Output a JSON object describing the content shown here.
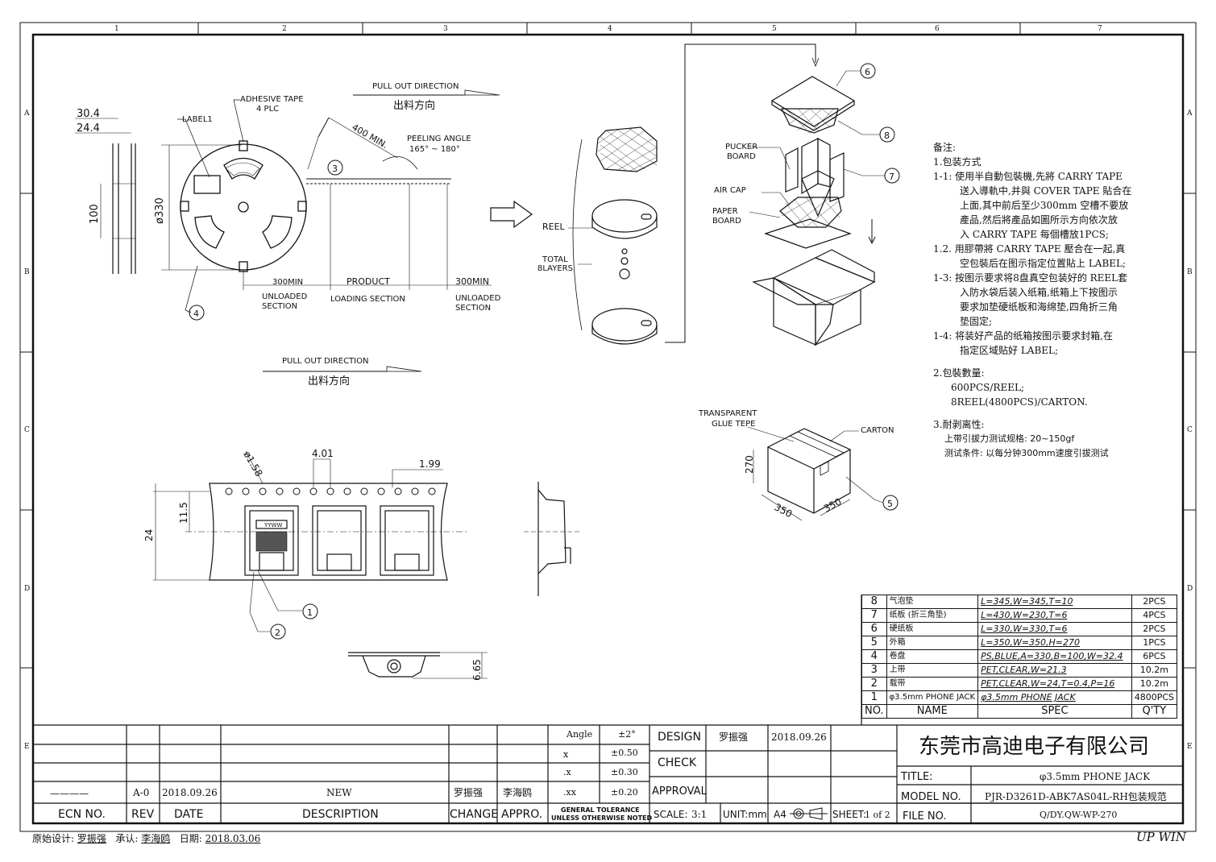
{
  "grid": {
    "cols": [
      "1",
      "2",
      "3",
      "4",
      "5",
      "6",
      "7"
    ],
    "rows": [
      "A",
      "B",
      "C",
      "D",
      "E"
    ]
  },
  "reel": {
    "adhesive_tape": "ADHESIVE TAPE",
    "adhesive_qty": "4 PLC",
    "label1": "LABEL1",
    "dim_30": "30.4",
    "dim_24": "24.4",
    "dim_100": "100",
    "dim_330": "ø330",
    "callout_3": "3",
    "callout_4": "4",
    "len_400": "400 MIN.",
    "peeling": "PEELING ANGLE",
    "peeling_range": "165° ~ 180°",
    "pull_out_en": "PULL OUT DIRECTION",
    "pull_out_cn": "出料方向",
    "left_300": "300MIN",
    "product": "PRODUCT",
    "right_300": "300MIN",
    "unloaded_l1": "UNLOADED",
    "unloaded_l2": "SECTION",
    "loading": "LOADING SECTION",
    "unloaded_r1": "UNLOADED",
    "unloaded_r2": "SECTION"
  },
  "pull_out_2": {
    "en": "PULL OUT DIRECTION",
    "cn": "出料方向"
  },
  "stack": {
    "reel": "REEL",
    "total": "TOTAL",
    "layers": "8LAYERS"
  },
  "box": {
    "pucker": "PUCKER",
    "board": "BOARD",
    "air_cap": "AIR CAP",
    "paper": "PAPER",
    "paper_board": "BOARD",
    "callout_6": "6",
    "callout_7": "7",
    "callout_8": "8"
  },
  "carton": {
    "transparent": "TRANSPARENT",
    "glue": "GLUE TEPE",
    "carton": "CARTON",
    "h": "270",
    "w1": "350",
    "w2": "350",
    "callout_5": "5"
  },
  "tape": {
    "dia": "ø1.58",
    "pitch": "4.01",
    "p2": "1.99",
    "h115": "11.5",
    "w24": "24",
    "callout_1": "1",
    "callout_2": "2",
    "h665": "6.65",
    "label_text": "YYWW"
  },
  "notes": {
    "title": "备注:",
    "s1": "1.包装方式",
    "n11a": "1-1: 使用半自動包裝機,先將 CARRY TAPE",
    "n11b": "送入導軌中,并與 COVER TAPE 貼合在",
    "n11c": "上面,其中前后至少300mm 空槽不要放",
    "n11d": "產品,然后將產品如圖所示方向依次放",
    "n11e": "入 CARRY TAPE 每個槽放1PCS;",
    "n12a": "1.2. 用膠帶將 CARRY TAPE 壓合在一起,真",
    "n12b": "空包裝后在图示指定位置貼上 LABEL;",
    "n13a": "1-3: 按图示要求将8盘真空包装好的 REEL套",
    "n13b": "入防水袋后装入纸箱,纸箱上下按图示",
    "n13c": "要求加垫硬纸板和海绵垫,四角折三角",
    "n13d": "垫固定;",
    "n14a": "1-4: 将装好产品的纸箱按图示要求封箱,在",
    "n14b": "指定区域贴好 LABEL;",
    "s2": "2.包裝數量:",
    "q1": "600PCS/REEL;",
    "q2": "8REEL(4800PCS)/CARTON.",
    "s3": "3.耐剥离性:",
    "r1": "上带引拔力测试规格: 20~150gf",
    "r2": "测试条件: 以每分钟300mm速度引拔测试"
  },
  "bom": {
    "rows": [
      {
        "no": "8",
        "name": "气泡垫",
        "spec": "L=345,W=345,T=10",
        "qty": "2PCS"
      },
      {
        "no": "7",
        "name": "纸板 (折三角垫)",
        "spec": "L=430,W=230,T=6",
        "qty": "4PCS"
      },
      {
        "no": "6",
        "name": "硬纸板",
        "spec": "L=330,W=330,T=6",
        "qty": "2PCS"
      },
      {
        "no": "5",
        "name": "外箱",
        "spec": "L=350,W=350,H=270",
        "qty": "1PCS"
      },
      {
        "no": "4",
        "name": "卷盘",
        "spec": "PS,BLUE,A=330,B=100,W=32.4",
        "qty": "6PCS"
      },
      {
        "no": "3",
        "name": "上带",
        "spec": "PET,CLEAR,W=21.3",
        "qty": "10.2m"
      },
      {
        "no": "2",
        "name": "载带",
        "spec": "PET,CLEAR,W=24,T=0.4,P=16",
        "qty": "10.2m"
      },
      {
        "no": "1",
        "name": "φ3.5mm PHONE JACK",
        "spec": "φ3.5mm PHONE JACK",
        "qty": "4800PCS"
      }
    ],
    "h_no": "NO.",
    "h_name": "NAME",
    "h_spec": "SPEC",
    "h_qty": "Q'TY"
  },
  "titleblock": {
    "rev_dash": "————",
    "rev": "A-0",
    "date": "2018.09.26",
    "desc": "NEW",
    "change": "罗振强",
    "appro": "李海鸥",
    "h_ecn": "ECN NO.",
    "h_rev": "REV",
    "h_date": "DATE",
    "h_desc": "DESCRIPTION",
    "h_change": "CHANGE",
    "h_appro": "APPRO.",
    "tol_angle": "Angle",
    "tol_angle_v": "±2°",
    "tol_x": "x",
    "tol_x_v": "±0.50",
    "tol_xx": ".x",
    "tol_xx_v": "±0.30",
    "tol_xxx": ".xx",
    "tol_xxx_v": "±0.20",
    "gen_tol1": "GENERAL TOLERANCE",
    "gen_tol2": "UNLESS OTHERWISE NOTED",
    "design": "DESIGN",
    "designer": "罗振强",
    "design_date": "2018.09.26",
    "check": "CHECK",
    "approval": "APPROVAL",
    "scale_l": "SCALE:",
    "scale_v": "3:1",
    "unit": "UNIT:mm",
    "a4": "A4",
    "sheet_l": "SHEET:",
    "sheet_v": "1 of 2",
    "company": "东莞市高迪电子有限公司",
    "title_l": "TITLE:",
    "title_v": "φ3.5mm PHONE JACK",
    "model_l": "MODEL NO.",
    "model_v": "PJR-D3261D-ABK7AS04L-RH包装规范",
    "file_l": "FILE NO.",
    "file_v": "Q/DY.QW-WP-270"
  },
  "footer": {
    "origin_l": "原始设计:",
    "origin_v": "罗振强",
    "ack_l": "承认:",
    "ack_v": "李海鸥",
    "date_l": "日期:",
    "date_v": "2018.03.06",
    "right": "UP WIN"
  }
}
